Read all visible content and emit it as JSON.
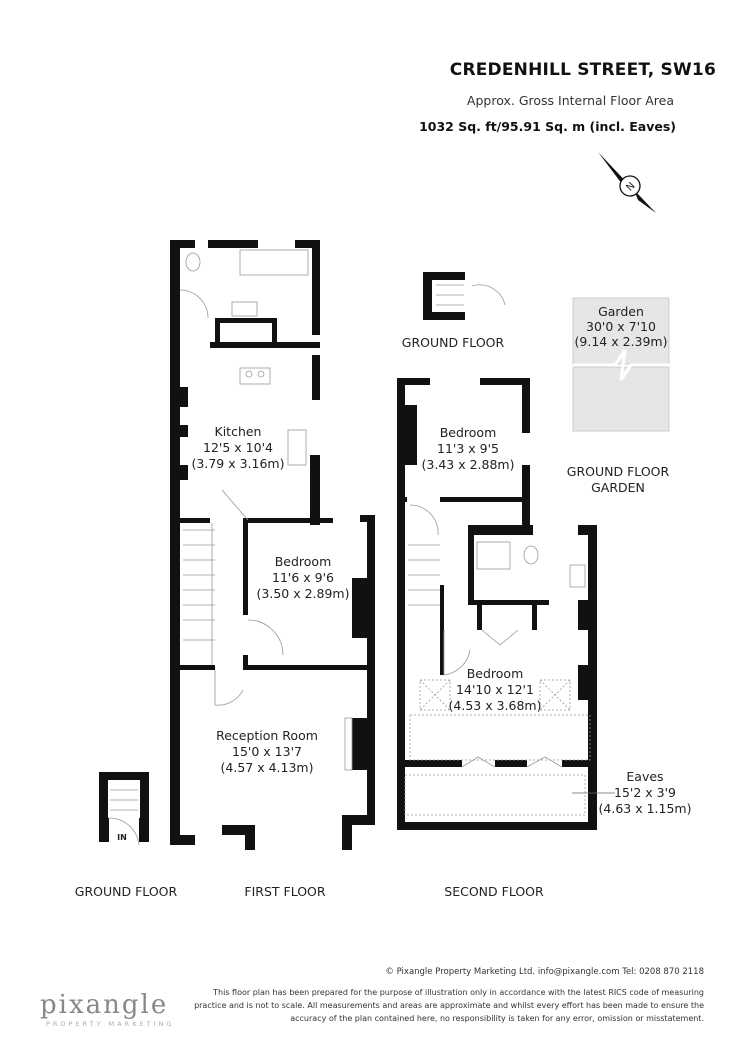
{
  "header": {
    "title": "CREDENHILL STREET, SW16",
    "subtitle": "Approx. Gross Internal Floor Area",
    "area": "1032 Sq. ft/95.91 Sq. m (incl. Eaves)",
    "compass_letter": "N"
  },
  "rooms": {
    "kitchen": {
      "name": "Kitchen",
      "imperial": "12'5 x 10'4",
      "metric": "(3.79 x 3.16m)"
    },
    "bedroom_first": {
      "name": "Bedroom",
      "imperial": "11'6 x 9'6",
      "metric": "(3.50 x 2.89m)"
    },
    "reception": {
      "name": "Reception Room",
      "imperial": "15'0 x 13'7",
      "metric": "(4.57 x 4.13m)"
    },
    "bedroom_second_a": {
      "name": "Bedroom",
      "imperial": "11'3 x 9'5",
      "metric": "(3.43 x 2.88m)"
    },
    "bedroom_second_b": {
      "name": "Bedroom",
      "imperial": "14'10 x 12'1",
      "metric": "(4.53 x 3.68m)"
    },
    "eaves": {
      "name": "Eaves",
      "imperial": "15'2 x 3'9",
      "metric": "(4.63 x 1.15m)"
    },
    "garden": {
      "name": "Garden",
      "imperial": "30'0 x 7'10",
      "metric": "(9.14 x 2.39m)"
    }
  },
  "floors": {
    "ground_top": "GROUND FLOOR",
    "ground_left": "GROUND FLOOR",
    "first": "FIRST FLOOR",
    "second": "SECOND FLOOR",
    "garden_line1": "GROUND FLOOR",
    "garden_line2": "GARDEN",
    "entrance": "IN"
  },
  "footer": {
    "copyright": "© Pixangle Property Marketing Ltd. info@pixangle.com Tel: 0208 870 2118",
    "disclaimer": "This floor plan has been prepared for the purpose of illustration only in accordance with the latest RICS code of measuring practice and is not to scale. All measurements and areas are approximate and whilst every effort has been made to ensure the accuracy of the plan contained here, no responsibility is taken for any error, omission or misstatement.",
    "logo": "pixangle",
    "logo_tagline": "PROPERTY MARKETING"
  },
  "colors": {
    "wall": "#111111",
    "garden": "#e6e6e6",
    "fixture": "#bbbbbb"
  }
}
